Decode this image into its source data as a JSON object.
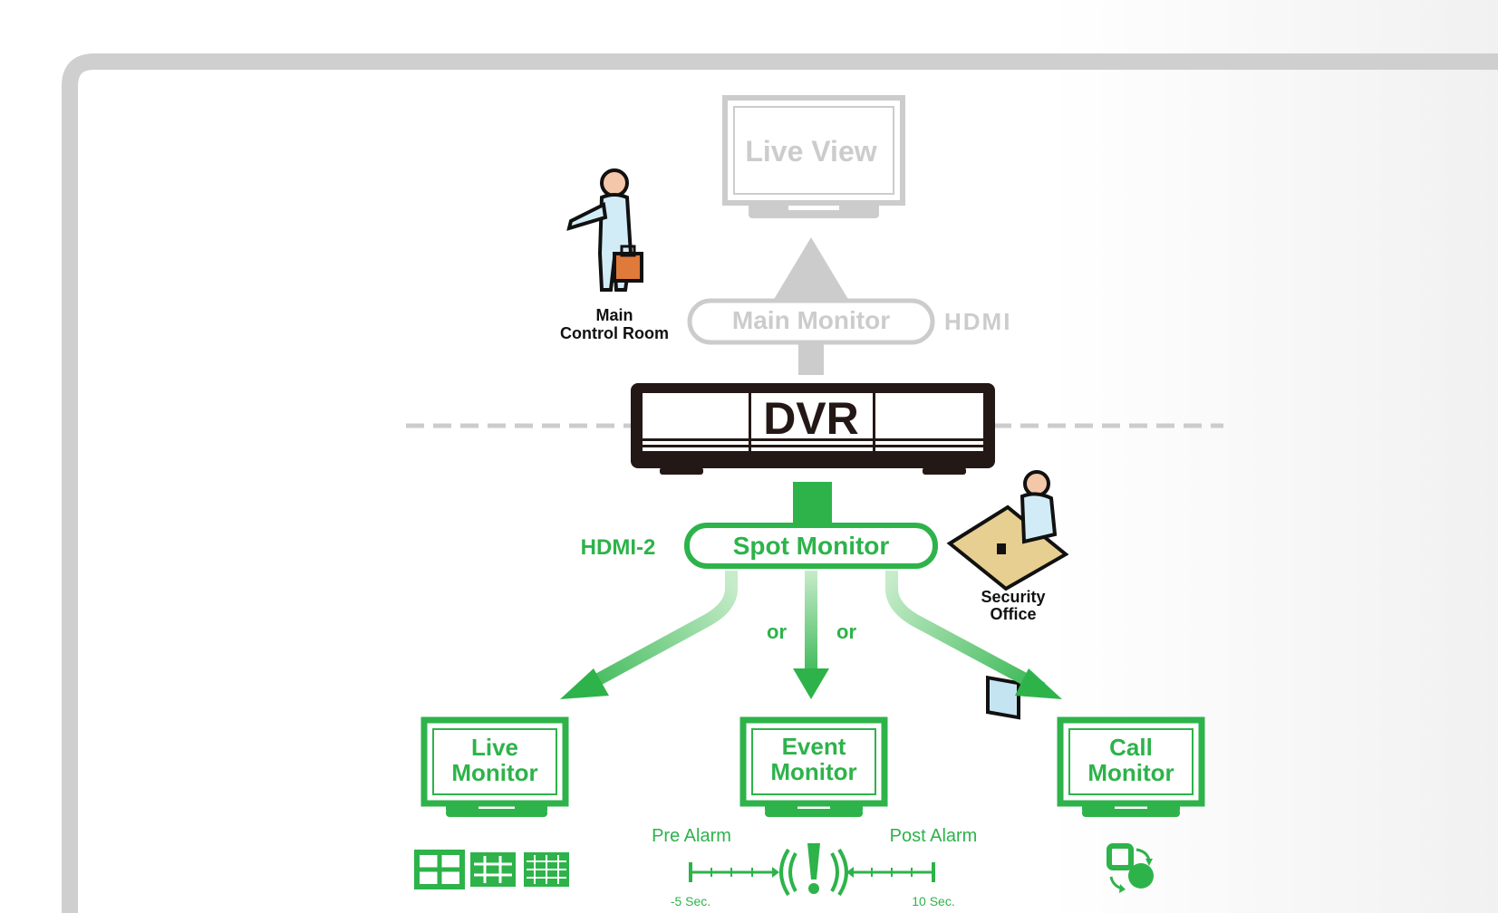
{
  "diagram": {
    "live_view_label": "Live View",
    "main_monitor_label": "Main Monitor",
    "hdmi_logo": "HDMI",
    "main_control_room": [
      "Main",
      "Control Room"
    ],
    "dvr_label": "DVR",
    "hdmi2_label": "HDMI-2",
    "spot_monitor_label": "Spot Monitor",
    "security_office": [
      "Security",
      "Office"
    ],
    "or_left": "or",
    "or_right": "or",
    "live_monitor": [
      "Live",
      "Monitor"
    ],
    "event_monitor": [
      "Event",
      "Monitor"
    ],
    "call_monitor": [
      "Call",
      "Monitor"
    ],
    "pre_alarm": "Pre Alarm",
    "post_alarm": "Post Alarm",
    "pre_sec": "-5 Sec.",
    "post_sec": "10 Sec.",
    "alarm_glyph": "((!))"
  },
  "colors": {
    "green": "#2db34a",
    "light_green": "#b8e6bf",
    "gray": "#cccccc",
    "dark": "#231815",
    "panel_border": "#cfcfcf"
  },
  "icons": [
    "businessman-icon",
    "security-operator-icon",
    "split-screen-4-icon",
    "split-screen-9-icon",
    "split-screen-16-icon",
    "alarm-icon",
    "call-sequence-icon"
  ]
}
